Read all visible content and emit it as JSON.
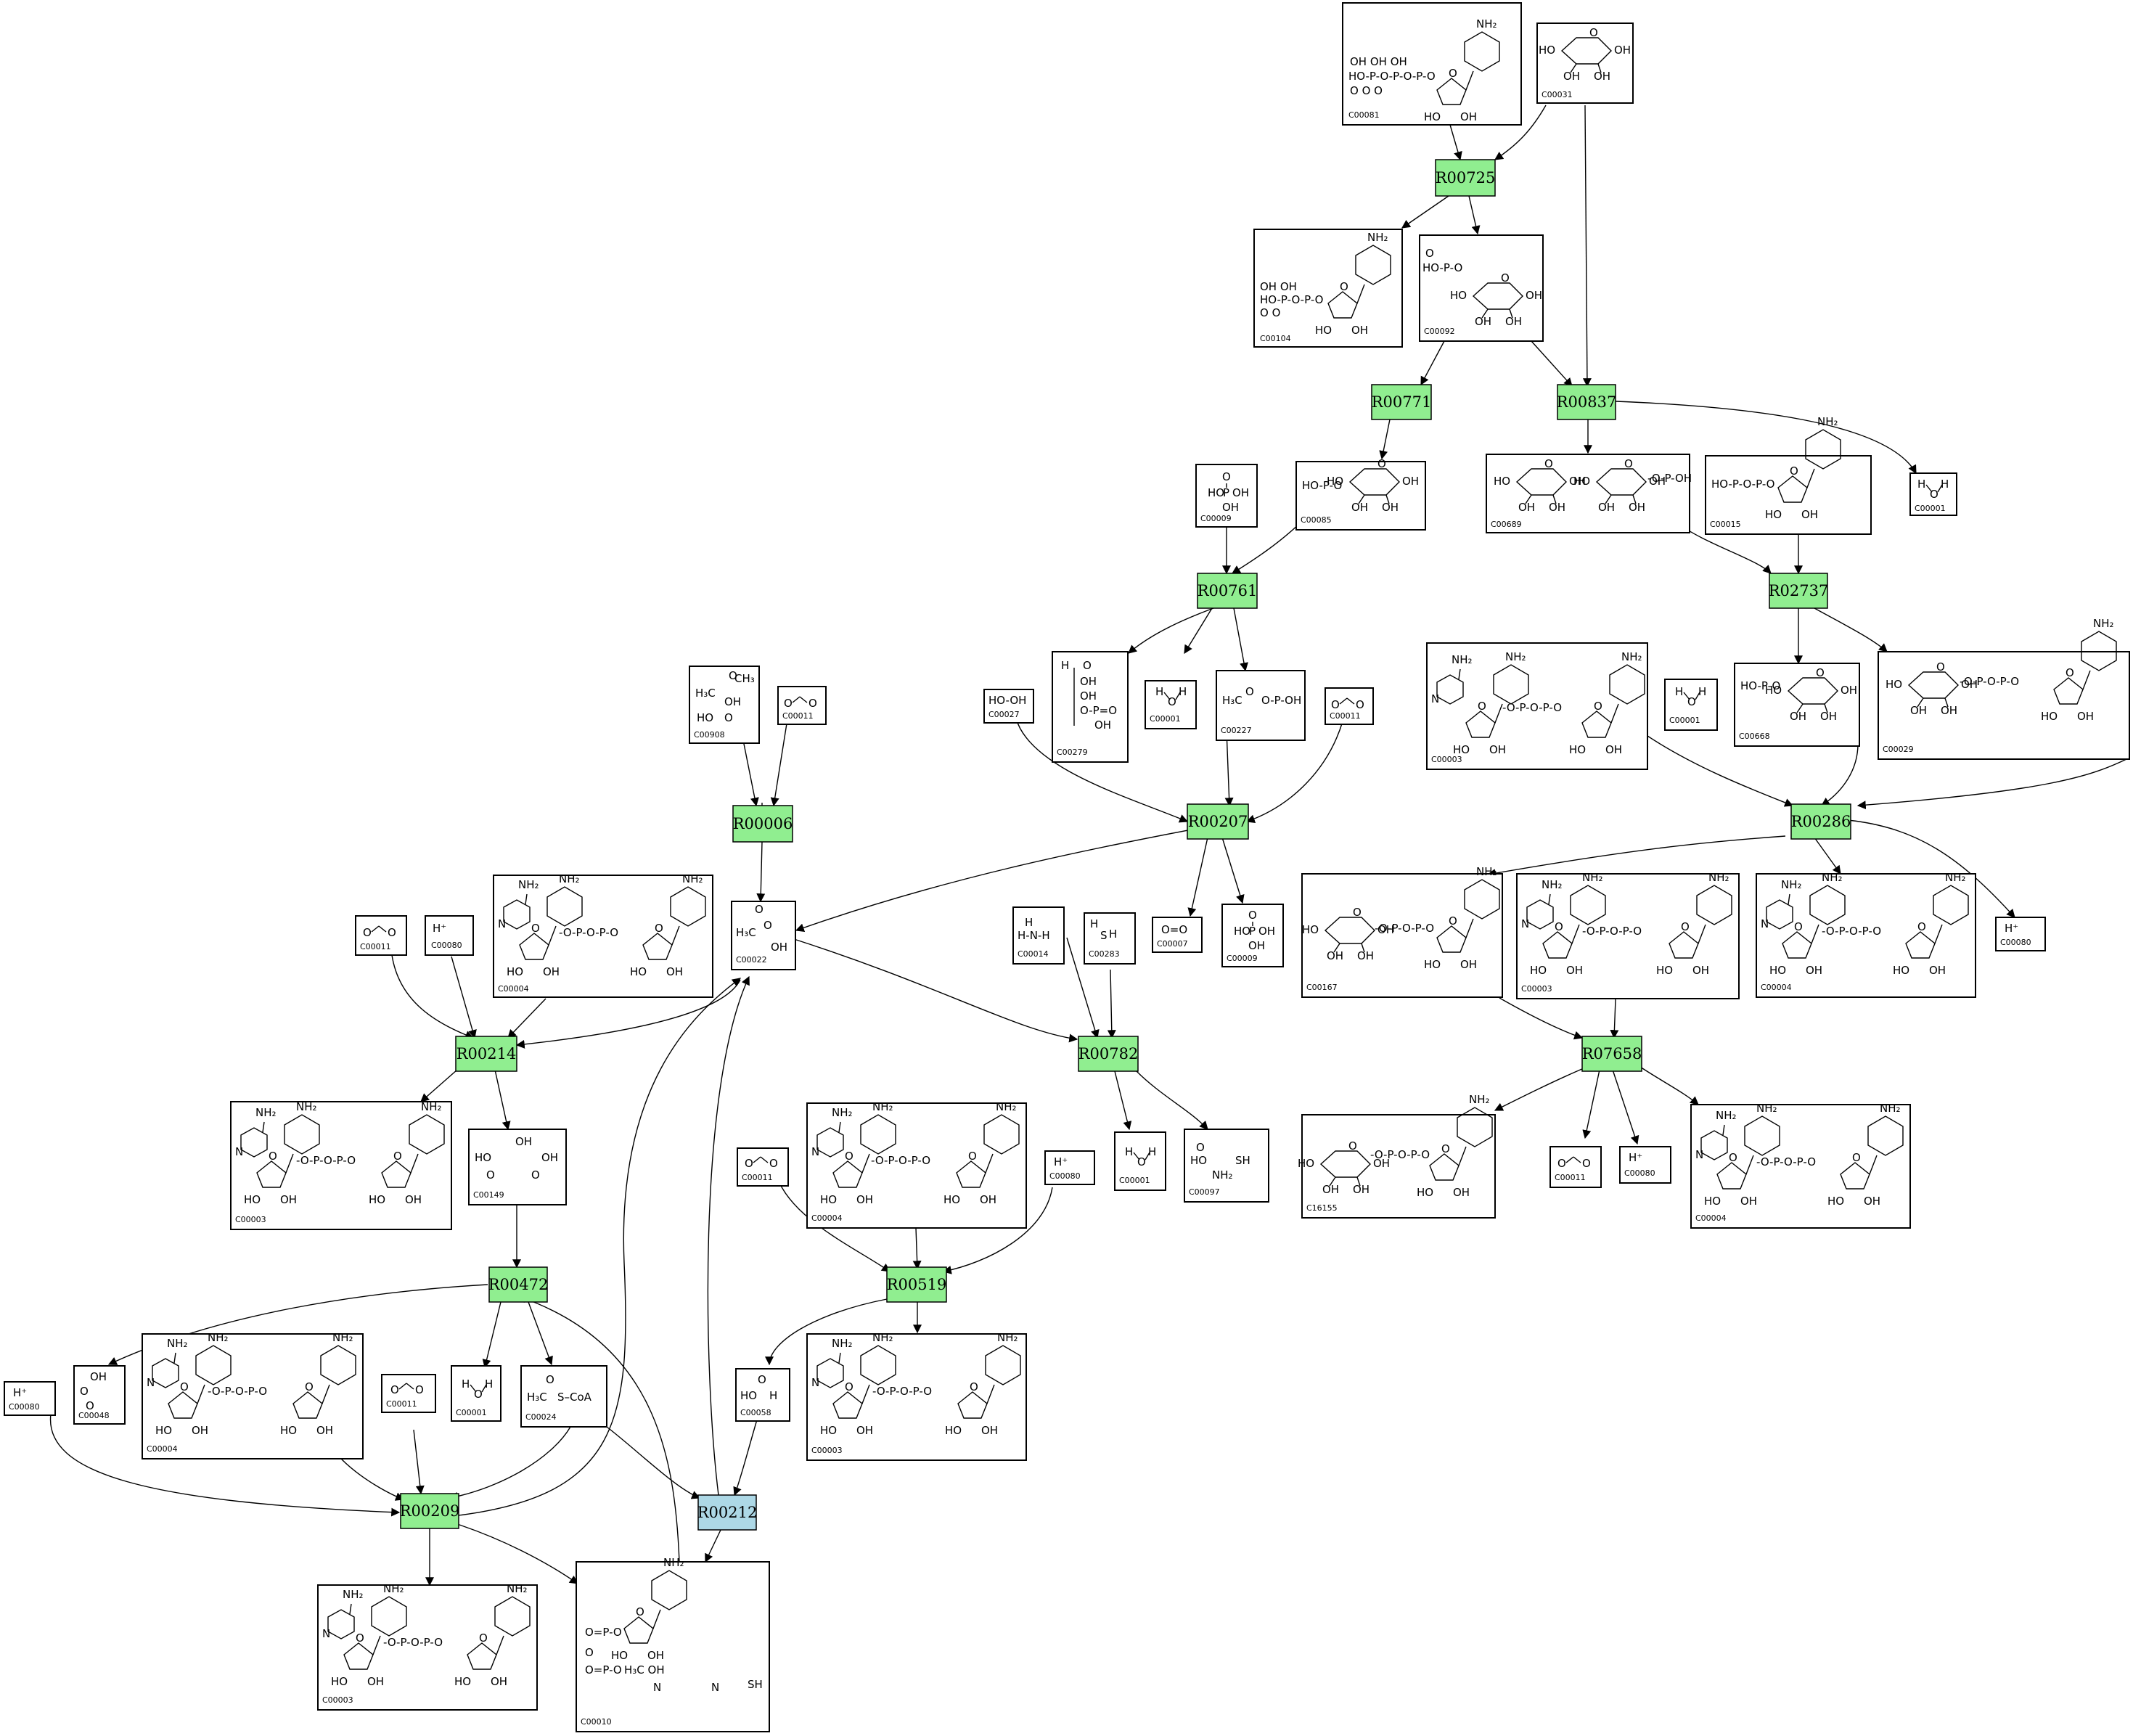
{
  "colors": {
    "reaction": "#90ee90",
    "reaction_alt": "#add8e6",
    "compound_border": "#000000"
  },
  "reactions": [
    {
      "label": "R00725",
      "color": "#90ee90"
    },
    {
      "label": "R00771",
      "color": "#90ee90"
    },
    {
      "label": "R00837",
      "color": "#90ee90"
    },
    {
      "label": "R00761",
      "color": "#90ee90"
    },
    {
      "label": "R02737",
      "color": "#90ee90"
    },
    {
      "label": "R00006",
      "color": "#90ee90"
    },
    {
      "label": "R00207",
      "color": "#90ee90"
    },
    {
      "label": "R00286",
      "color": "#90ee90"
    },
    {
      "label": "R00214",
      "color": "#90ee90"
    },
    {
      "label": "R00782",
      "color": "#90ee90"
    },
    {
      "label": "R07658",
      "color": "#90ee90"
    },
    {
      "label": "R00472",
      "color": "#90ee90"
    },
    {
      "label": "R00519",
      "color": "#90ee90"
    },
    {
      "label": "R00209",
      "color": "#90ee90"
    },
    {
      "label": "R00212",
      "color": "#add8e6"
    }
  ],
  "compounds": [
    {
      "id": "C00081",
      "kind": "nucleotide"
    },
    {
      "id": "C00031",
      "kind": "sugar"
    },
    {
      "id": "C00104",
      "kind": "nucleotide"
    },
    {
      "id": "C00092",
      "kind": "sugar"
    },
    {
      "id": "C00009",
      "kind": "phosphate"
    },
    {
      "id": "C00085",
      "kind": "sugar"
    },
    {
      "id": "C00689",
      "kind": "sugar"
    },
    {
      "id": "C00015",
      "kind": "nucleotide"
    },
    {
      "id": "C00001",
      "kind": "water"
    },
    {
      "id": "C00279",
      "kind": "small"
    },
    {
      "id": "C00001",
      "kind": "water"
    },
    {
      "id": "C00227",
      "kind": "small"
    },
    {
      "id": "C00027",
      "kind": "peroxide",
      "formula": "HO-OH"
    },
    {
      "id": "C00011",
      "kind": "co2"
    },
    {
      "id": "C00908",
      "kind": "small"
    },
    {
      "id": "C00011",
      "kind": "co2"
    },
    {
      "id": "C00003",
      "kind": "cofactor"
    },
    {
      "id": "C00001",
      "kind": "water"
    },
    {
      "id": "C00668",
      "kind": "sugar"
    },
    {
      "id": "C00029",
      "kind": "nucleotide"
    },
    {
      "id": "C00011",
      "kind": "co2"
    },
    {
      "id": "C00080",
      "kind": "proton",
      "formula": "H⁺"
    },
    {
      "id": "C00004",
      "kind": "cofactor"
    },
    {
      "id": "C00022",
      "kind": "small"
    },
    {
      "id": "C00014",
      "kind": "small"
    },
    {
      "id": "C00283",
      "kind": "small"
    },
    {
      "id": "C00007",
      "kind": "small",
      "formula": "O=O"
    },
    {
      "id": "C00009",
      "kind": "phosphate"
    },
    {
      "id": "C00167",
      "kind": "nucleotide"
    },
    {
      "id": "C00003",
      "kind": "cofactor"
    },
    {
      "id": "C00004",
      "kind": "cofactor"
    },
    {
      "id": "C00080",
      "kind": "proton",
      "formula": "H⁺"
    },
    {
      "id": "C00003",
      "kind": "cofactor"
    },
    {
      "id": "C00149",
      "kind": "small"
    },
    {
      "id": "C00001",
      "kind": "water"
    },
    {
      "id": "C00097",
      "kind": "small"
    },
    {
      "id": "C00011",
      "kind": "co2"
    },
    {
      "id": "C00004",
      "kind": "cofactor"
    },
    {
      "id": "C00080",
      "kind": "proton",
      "formula": "H⁺"
    },
    {
      "id": "C16155",
      "kind": "nucleotide"
    },
    {
      "id": "C00011",
      "kind": "co2"
    },
    {
      "id": "C00080",
      "kind": "proton",
      "formula": "H⁺"
    },
    {
      "id": "C00004",
      "kind": "cofactor"
    },
    {
      "id": "C00080",
      "kind": "proton",
      "formula": "H⁺"
    },
    {
      "id": "C00048",
      "kind": "small"
    },
    {
      "id": "C00004",
      "kind": "cofactor"
    },
    {
      "id": "C00011",
      "kind": "co2"
    },
    {
      "id": "C00001",
      "kind": "water"
    },
    {
      "id": "C00024",
      "kind": "small",
      "formula": "S–CoA"
    },
    {
      "id": "C00058",
      "kind": "small"
    },
    {
      "id": "C00003",
      "kind": "cofactor"
    },
    {
      "id": "C00003",
      "kind": "cofactor"
    },
    {
      "id": "C00010",
      "kind": "cofactor"
    }
  ]
}
